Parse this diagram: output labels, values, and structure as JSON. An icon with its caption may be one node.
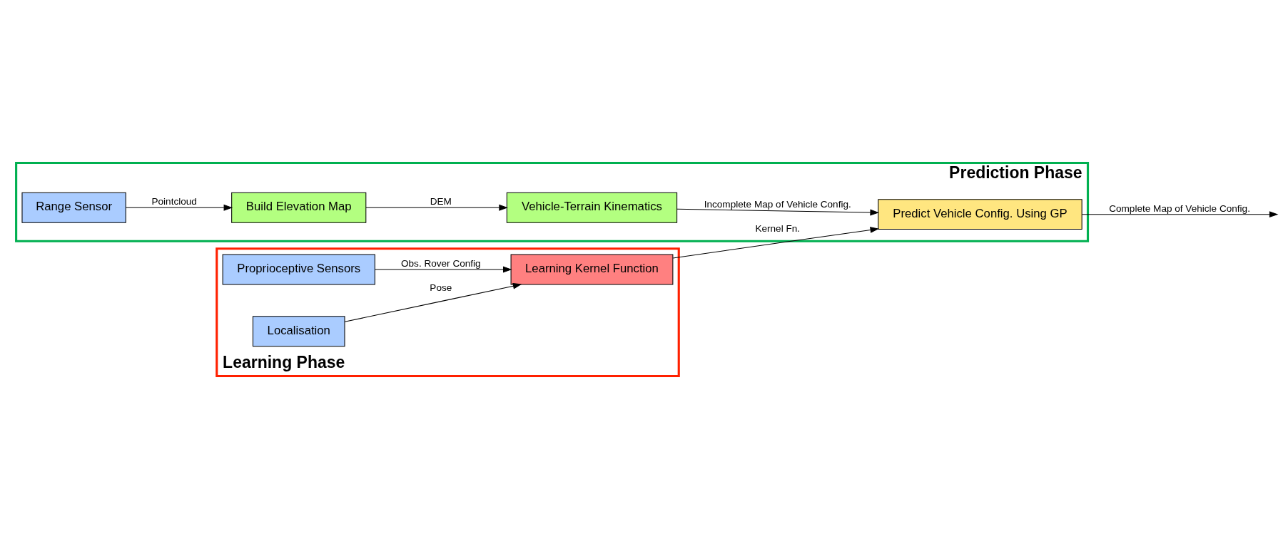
{
  "diagram": {
    "nodes": [
      {
        "text": [
          "Prediction Phase"
        ]
      },
      {
        "text": [
          "Range Sensor"
        ],
        "in": 0
      },
      {
        "text": [
          "Build Elevation Map"
        ],
        "in": 0
      },
      {
        "text": [
          "Vehicle-Terrain Kinematics"
        ],
        "in": 0
      },
      {
        "text": [
          "Predict Vehicle Config. Using GP"
        ],
        "in": 0
      },
      {
        "text": [
          "Learning Phase"
        ]
      },
      {
        "text": [
          "Proprioceptive Sensors"
        ],
        "in": 5
      },
      {
        "text": [
          "Localisation"
        ],
        "in": 5
      },
      {
        "text": [
          "Learning Kernel Function"
        ],
        "in": 5
      }
    ],
    "edges": [
      {
        "from": 1,
        "to": 2,
        "arrow": "to",
        "label": "Pointcloud"
      },
      {
        "from": 2,
        "to": 3,
        "arrow": "to",
        "label": "DEM"
      },
      {
        "from": 3,
        "to": 4,
        "arrow": "to",
        "label": "Incomplete Map of Vehicle Config."
      },
      {
        "from": 6,
        "to": 8,
        "arrow": "to",
        "label": "Obs. Rover Config"
      },
      {
        "from": 7,
        "to": 8,
        "arrow": "to",
        "label": "Pose"
      },
      {
        "from": 8,
        "to": 4,
        "arrow": "to",
        "label": "Kernel Fn."
      },
      {
        "from": 4,
        "to": null,
        "arrow": "to",
        "label": "Complete Map of Vehicle Config."
      }
    ]
  }
}
